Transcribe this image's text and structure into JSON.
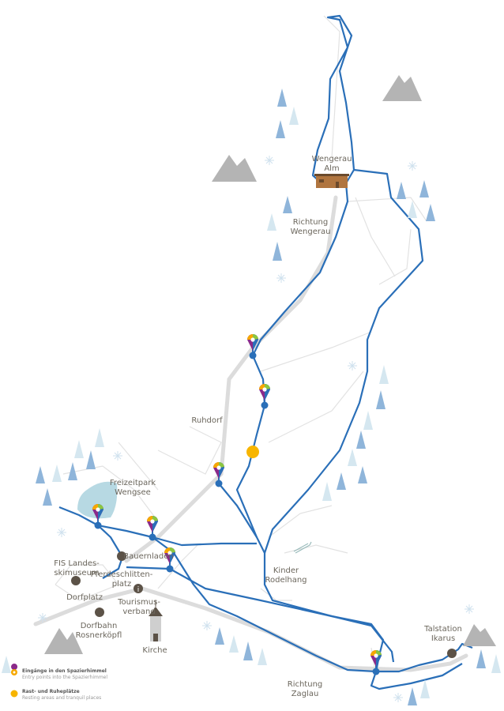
{
  "map": {
    "colors": {
      "route": "#2a6fb8",
      "road": "#dcdcdc",
      "path": "#e4e4e4",
      "lake": "#b7d9e3",
      "tree": "#8fb5da",
      "tree_light": "#d5e7f0",
      "mountain": "#b4b4b4",
      "rest": "#f7b500"
    },
    "places": [
      {
        "id": "wengerau-alm",
        "label": "Wengerau\nAlm"
      },
      {
        "id": "richtung-wengerau",
        "label": "Richtung\nWengerau"
      },
      {
        "id": "ruhdorf",
        "label": "Ruhdorf"
      },
      {
        "id": "freizeitpark",
        "label": "Freizeitpark\nWengsee"
      },
      {
        "id": "bauernladen",
        "label": "Bauernladen"
      },
      {
        "id": "fis-museum",
        "label": "FIS Landes-\nskimuseum"
      },
      {
        "id": "pferdeschlitten",
        "label": "Pferdeschlitten-\nplatz"
      },
      {
        "id": "dorfplatz",
        "label": "Dorfplatz"
      },
      {
        "id": "tourismusverband",
        "label": "Tourismus-\nverband"
      },
      {
        "id": "dorfbahn",
        "label": "Dorfbahn\nRosnerköpfl"
      },
      {
        "id": "kirche",
        "label": "Kirche"
      },
      {
        "id": "kinder-rodelhang",
        "label": "Kinder\nRodelhang"
      },
      {
        "id": "talstation",
        "label": "Talstation\nIkarus"
      },
      {
        "id": "richtung-zaglau",
        "label": "Richtung\nZaglau"
      }
    ],
    "legend": [
      {
        "icon": "entry-pin-icon",
        "title": "Eingänge in den Spazierhimmel",
        "subtitle": "Entry points into the Spazierhimmel"
      },
      {
        "icon": "rest-area-icon",
        "title": "Rast- und Ruheplätze",
        "subtitle": "Resting areas and tranquil places"
      }
    ]
  }
}
